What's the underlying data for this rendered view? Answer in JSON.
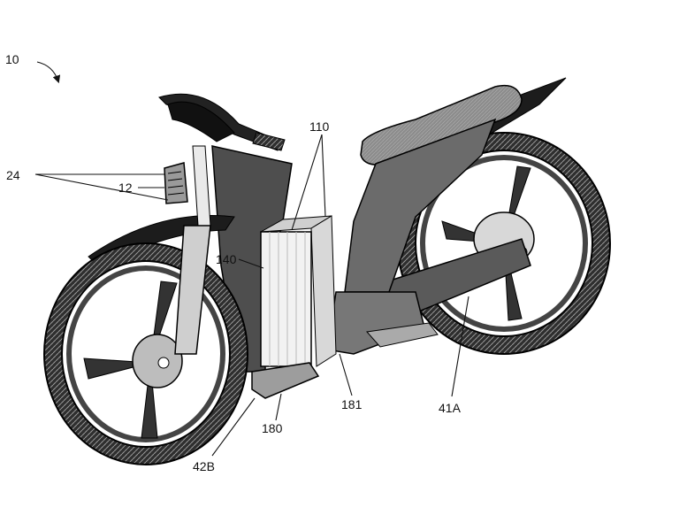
{
  "figure": {
    "ref_numeral": "10",
    "labels": {
      "l24": "24",
      "l12": "12",
      "l110": "110",
      "l140": "140",
      "l181": "181",
      "l180": "180",
      "l41A": "41A",
      "l42B": "42B"
    }
  }
}
